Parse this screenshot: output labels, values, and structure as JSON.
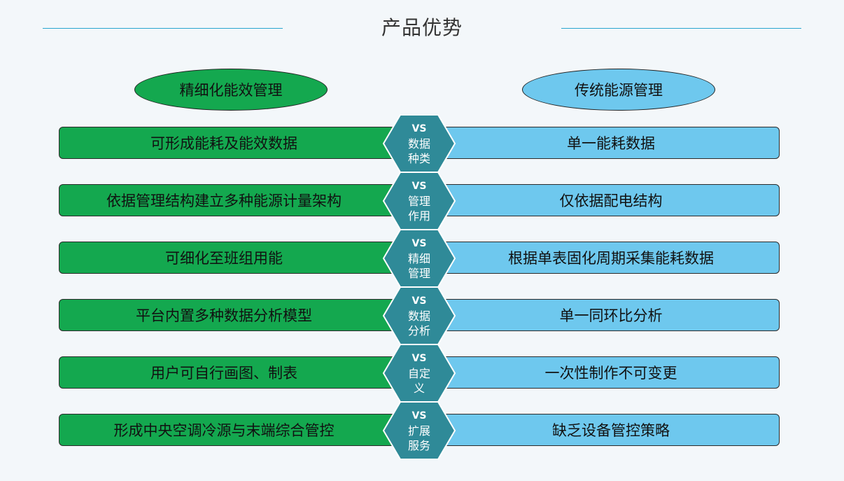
{
  "header": {
    "title": "产品优势"
  },
  "columns": {
    "left_title": "精细化能效管理",
    "right_title": "传统能源管理"
  },
  "rows": [
    {
      "vs": "VS",
      "cat1": "数据",
      "cat2": "种类",
      "left": "可形成能耗及能效数据",
      "right": "单一能耗数据"
    },
    {
      "vs": "VS",
      "cat1": "管理",
      "cat2": "作用",
      "left": "依据管理结构建立多种能源计量架构",
      "right": "仅依据配电结构"
    },
    {
      "vs": "VS",
      "cat1": "精细",
      "cat2": "管理",
      "left": "可细化至班组用能",
      "right": "根据单表固化周期采集能耗数据"
    },
    {
      "vs": "VS",
      "cat1": "数据",
      "cat2": "分析",
      "left": "平台内置多种数据分析模型",
      "right": "单一同环比分析"
    },
    {
      "vs": "VS",
      "cat1": "自定",
      "cat2": "义",
      "left": "用户可自行画图、制表",
      "right": "一次性制作不可变更"
    },
    {
      "vs": "VS",
      "cat1": "扩展",
      "cat2": "服务",
      "left": "形成中央空调冷源与末端综合管控",
      "right": "缺乏设备管控策略"
    }
  ],
  "colors": {
    "green": "#14a84f",
    "blue": "#6ec8ee",
    "hex": "#2f8a98",
    "line": "#2aa6cf"
  }
}
